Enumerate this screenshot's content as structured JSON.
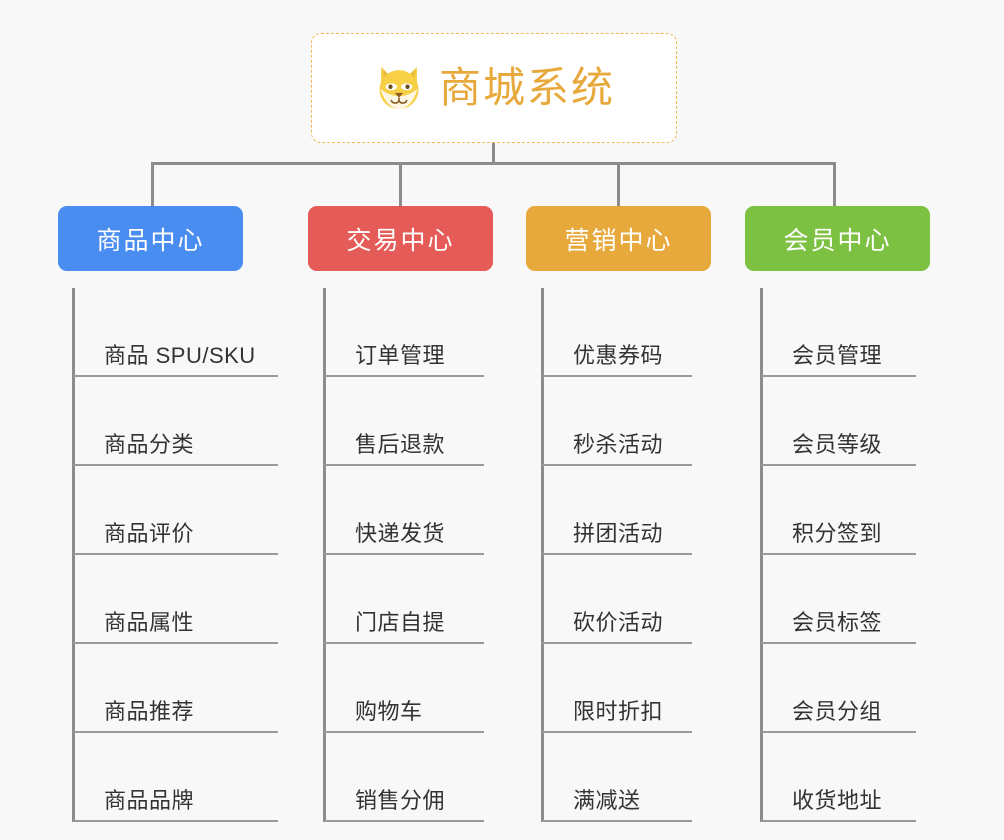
{
  "background_color": "#f8f8f8",
  "connector_color": "#8c8c8c",
  "root": {
    "title": "商城系统",
    "icon": "shiba-dog-face-emoji",
    "text_color": "#e8a93c",
    "border_color": "#f0b856",
    "background_color": "#ffffff"
  },
  "columns": [
    {
      "name": "商品中心",
      "color": "#4a8df0",
      "items": [
        "商品 SPU/SKU",
        "商品分类",
        "商品评价",
        "商品属性",
        "商品推荐",
        "商品品牌"
      ]
    },
    {
      "name": "交易中心",
      "color": "#e55b57",
      "items": [
        "订单管理",
        "售后退款",
        "快递发货",
        "门店自提",
        "购物车",
        "销售分佣"
      ]
    },
    {
      "name": "营销中心",
      "color": "#e8a93c",
      "items": [
        "优惠券码",
        "秒杀活动",
        "拼团活动",
        "砍价活动",
        "限时折扣",
        "满减送"
      ]
    },
    {
      "name": "会员中心",
      "color": "#7cc142",
      "items": [
        "会员管理",
        "会员等级",
        "积分签到",
        "会员标签",
        "会员分组",
        "收货地址"
      ]
    }
  ]
}
